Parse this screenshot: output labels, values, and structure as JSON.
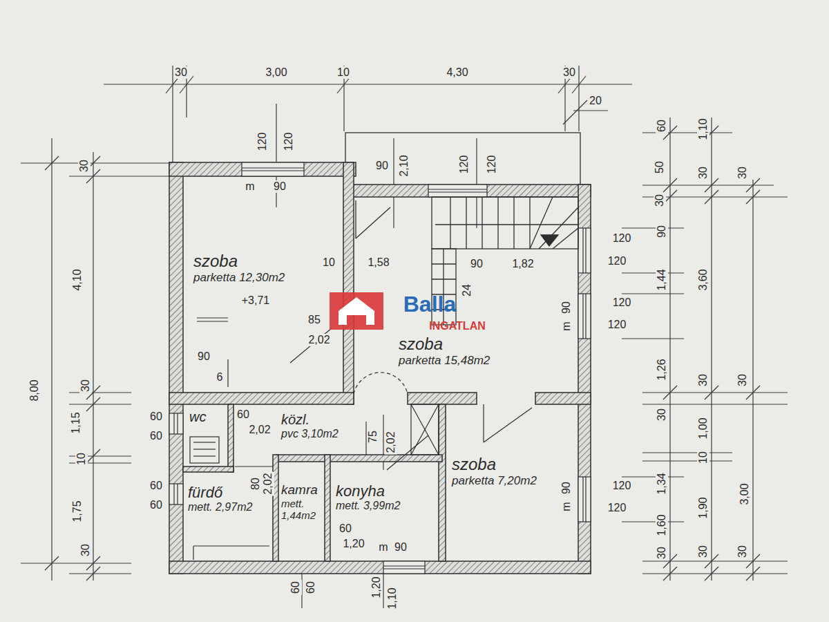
{
  "diagram": {
    "nodes": [
      {
        "text": [
          "szoba",
          "parketta 12,30m2"
        ]
      },
      {
        "text": [
          "szoba",
          "parketta 15,48m2"
        ]
      },
      {
        "text": [
          "wc"
        ]
      },
      {
        "text": [
          "közl.",
          "pvc 3,10m2"
        ]
      },
      {
        "text": [
          "fürdő",
          "mett. 2,97m2"
        ]
      },
      {
        "text": [
          "kamra",
          "mett. 1,44m2"
        ]
      },
      {
        "text": [
          "konyha",
          "mett. 3,99m2"
        ]
      },
      {
        "text": [
          "szoba",
          "parketta 7,20m2"
        ]
      }
    ],
    "labels": [
      "30",
      "3,00",
      "10",
      "4,30",
      "30",
      "20",
      "8,00",
      "30",
      "4,10",
      "30",
      "1,15",
      "10",
      "1,75",
      "30",
      "60",
      "50",
      "30",
      "90",
      "1,44",
      "1,26",
      "30",
      "1,34",
      "1,60",
      "30",
      "1,10",
      "30",
      "3,60",
      "30",
      "1,00",
      "10",
      "1,90",
      "30",
      "30",
      "30",
      "3,00",
      "30",
      "120",
      "120",
      "m",
      "90",
      "90",
      "2,10",
      "120",
      "120",
      "120",
      "120",
      "120",
      "120",
      "m",
      "90",
      "120",
      "120",
      "m",
      "90",
      "10",
      "1,58",
      "90",
      "1,82",
      "24",
      "+3,71",
      "85",
      "2,02",
      "90",
      "6",
      "60",
      "60",
      "60",
      "2,02",
      "75",
      "2,02",
      "60",
      "60",
      "80",
      "2,02",
      "60",
      "1,20",
      "m",
      "90",
      "60",
      "60",
      "1,20",
      "1,10",
      "Balla",
      "INGATLAN"
    ]
  }
}
